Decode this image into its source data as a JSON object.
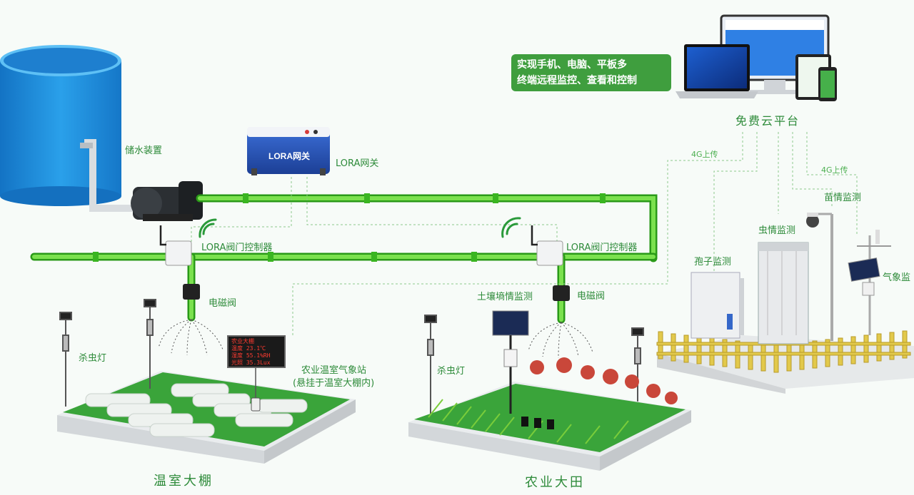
{
  "banner": {
    "line1": "实现手机、电脑、平板多",
    "line2": "终端远程监控、查看和控制"
  },
  "labels": {
    "water_storage": "储水装置",
    "lora_gateway": "LORA网关",
    "gateway_device_text": "LORA网关",
    "valve_controller_1": "LORA阀门控制器",
    "valve_controller_2": "LORA阀门控制器",
    "solenoid_valve_1": "电磁阀",
    "solenoid_valve_2": "电磁阀",
    "insect_lamp_1": "杀虫灯",
    "insect_lamp_2": "杀虫灯",
    "greenhouse_station_line1": "农业温室气象站",
    "greenhouse_station_line2": "(悬挂于温室大棚内)",
    "soil_monitor": "土壤墒情监测",
    "spore_monitor": "孢子监测",
    "pest_monitor": "虫情监测",
    "seedling_monitor": "苗情监测",
    "weather_monitor": "气象监",
    "cloud_platform": "免费云平台",
    "upload_4g_1": "4G上传",
    "upload_4g_2": "4G上传",
    "greenhouse_title": "温室大棚",
    "field_title": "农业大田"
  },
  "led_screen": {
    "title": "农业大棚",
    "row1": "温度  23.1℃",
    "row2": "湿度  55.1%RH",
    "row3": "光照  35.3Lux"
  },
  "colors": {
    "pipe": "#5fd33a",
    "accent_green": "#2e8b3a",
    "banner_bg": "#3f9e3e",
    "tank_blue": "#1e88d8",
    "platform_green": "#3aa43a"
  },
  "icons": [
    "water-tank",
    "pump",
    "lora-gateway",
    "wifi-signal",
    "valve-controller",
    "solenoid-valve",
    "sprinkler",
    "insect-lamp",
    "greenhouse",
    "led-weather-station",
    "solar-panel",
    "soil-sensor",
    "camera-pole",
    "spore-monitor",
    "pest-monitor",
    "weather-station",
    "fence",
    "laptop",
    "monitor",
    "tablet",
    "phone"
  ]
}
